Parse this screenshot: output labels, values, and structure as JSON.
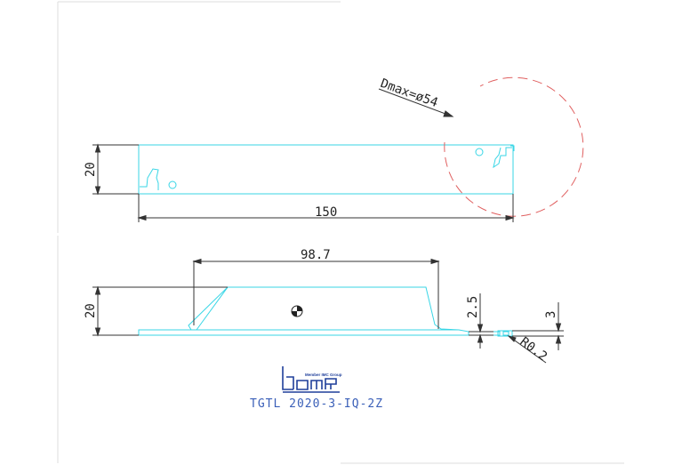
{
  "drawing": {
    "top_view": {
      "height_label": "20",
      "length_label": "150",
      "dmax_label": "Dmax=ø54"
    },
    "side_view": {
      "width_label": "98.7",
      "height_label": "20",
      "depth_label": "2.5",
      "right_label": "3",
      "radius_label": "R0.2"
    },
    "logo": {
      "tagline": "Member IMC Group",
      "brand": "iscar"
    },
    "part_number": "TGTL 2020-3-IQ-2Z"
  },
  "colors": {
    "part_outline": "#38d6e6",
    "dimension": "#333333",
    "dmax_circle": "#e06060",
    "logo": "#1f3f9a",
    "caption": "#3a5fb8"
  }
}
